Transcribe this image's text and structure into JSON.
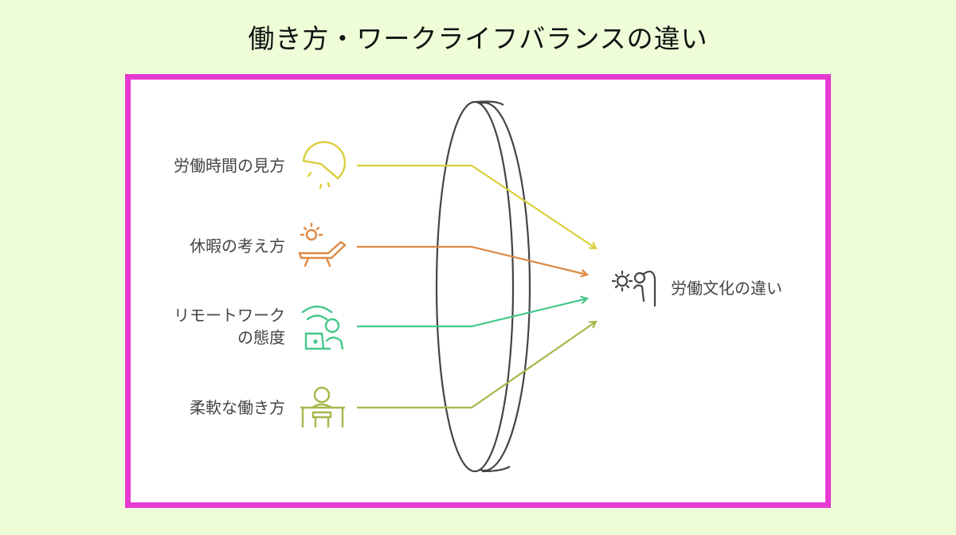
{
  "title": "働き方・ワークライフバランスの違い",
  "inputs": [
    {
      "label": "労働時間の見方",
      "icon": "sunset-icon",
      "color": "#d8cf3c"
    },
    {
      "label": "休暇の考え方",
      "icon": "sunbed-icon",
      "color": "#dd8a45"
    },
    {
      "label_line1": "リモートワーク",
      "label_line2": "の態度",
      "icon": "remote-worker-icon",
      "color": "#45c88c"
    },
    {
      "label": "柔軟な働き方",
      "icon": "desk-worker-icon",
      "color": "#a3b84a"
    }
  ],
  "output": {
    "label": "労働文化の違い",
    "icon": "gear-hand-icon"
  },
  "colors": {
    "frame": "#e63ad0",
    "background": "#eefcd8",
    "lens": "#444444"
  }
}
